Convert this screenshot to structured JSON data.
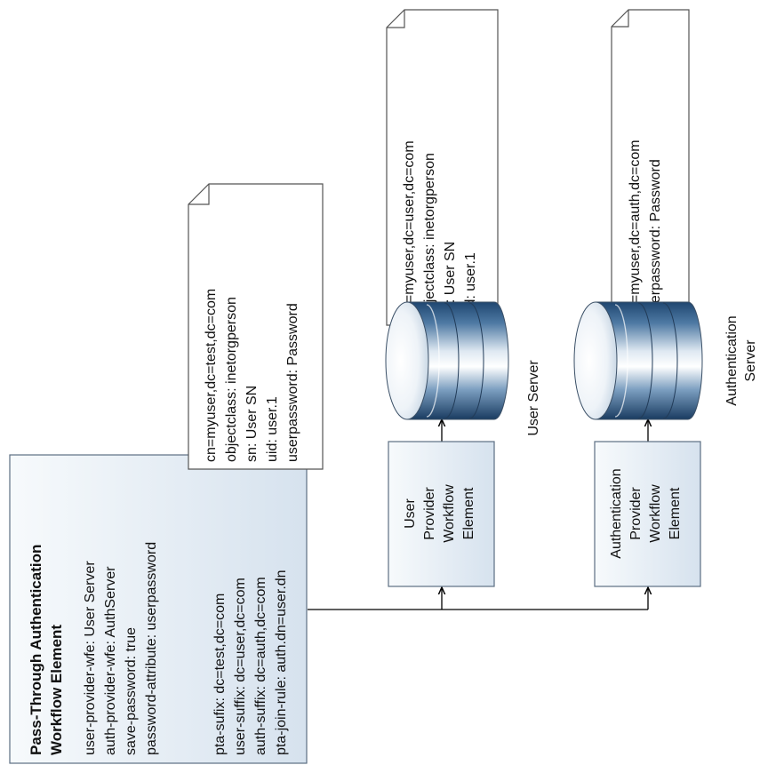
{
  "pta_box": {
    "title_lines": [
      "Pass-Through Authentication",
      "Workflow Element"
    ],
    "props_lines": [
      "user-provider-wfe: User Server",
      "auth-provider-wfe: AuthServer",
      "save-password: true",
      "password-attribute: userpassword"
    ],
    "suffix_lines": [
      "pta-sufix: dc=test,dc=com",
      "user-suffix: dc=user,dc=com",
      "auth-suffix: dc=auth,dc=com",
      "pta-join-rule: auth.dn=user.dn"
    ]
  },
  "notes": {
    "pta_entry": [
      "cn=myuser,dc=test,dc=com",
      "objectclass: inetorgperson",
      "sn: User SN",
      "uid: user.1",
      "userpassword: Password"
    ],
    "user_entry": [
      "cn=myuser,dc=user,dc=com",
      "objectclass: inetorgperson",
      "sn: User SN",
      "uid: user.1"
    ],
    "auth_entry": [
      "cn=myuser,dc=auth,dc=com",
      "userpassword: Password"
    ]
  },
  "user_provider": {
    "label_lines": [
      "User",
      "Provider",
      "Workflow",
      "Element"
    ]
  },
  "auth_provider": {
    "label_lines": [
      "Authentication",
      "Provider",
      "Workflow",
      "Element"
    ]
  },
  "servers": {
    "user_label_lines": [
      "User Server"
    ],
    "auth_label_lines": [
      "Authentication",
      "Server"
    ]
  },
  "colors": {
    "box_fill": "#e6eef6",
    "box_stroke": "#5c6f83",
    "note_stroke": "#555555",
    "line": "#000000",
    "disk_dark": "#2f5a86",
    "disk_light": "#f4f8fb"
  }
}
